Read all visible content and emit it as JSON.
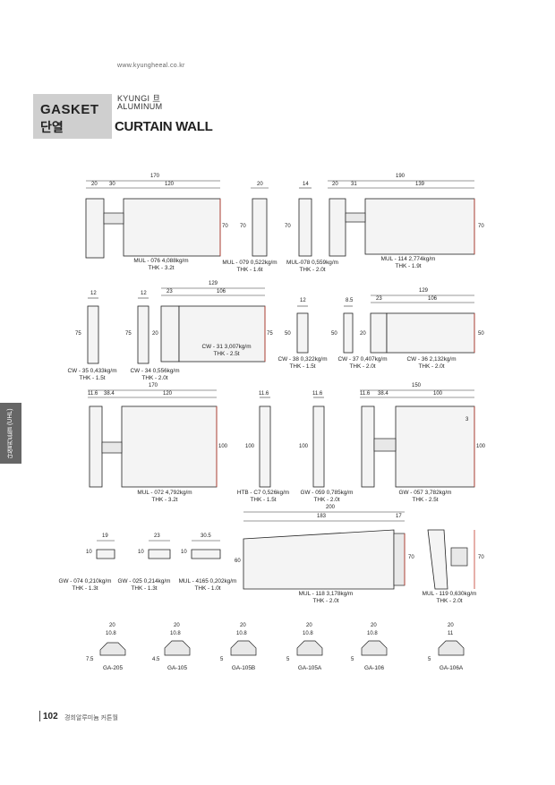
{
  "header": {
    "url": "www.kyungheeal.co.kr",
    "section_en": "GASKET",
    "section_ko": "단열",
    "brand_line1": "KYUNGI 旦",
    "brand_line2": "ALUMINUM",
    "page_title": "CURTAIN WALL"
  },
  "side_tab": {
    "label": "단열커튼월 (UHL)"
  },
  "footer": {
    "page_number": "102",
    "text": "경희알루미늄 커튼월"
  },
  "profiles": {
    "mul076": {
      "line1": "MUL - 076  4,088kg/m",
      "line2": "THK - 3.2t"
    },
    "mul079": {
      "line1": "MUL - 079  0,522kg/m",
      "line2": "THK - 1.6t"
    },
    "mul078": {
      "line1": "MUL-078  0,559kg/m",
      "line2": "THK - 2.0t"
    },
    "mul114": {
      "line1": "MUL - 114  2,774kg/m",
      "line2": "THK - 1.9t"
    },
    "cw35": {
      "line1": "CW - 35  0,433kg/m",
      "line2": "THK - 1.5t"
    },
    "cw34": {
      "line1": "CW - 34  0,556kg/m",
      "line2": "THK - 2.0t"
    },
    "cw31": {
      "line1": "CW - 31  3,007kg/m",
      "line2": "THK - 2.5t"
    },
    "cw38": {
      "line1": "CW - 38  0,322kg/m",
      "line2": "THK - 1.5t"
    },
    "cw37": {
      "line1": "CW - 37  0,407kg/m",
      "line2": "THK - 2.0t"
    },
    "cw36": {
      "line1": "CW - 36  2,132kg/m",
      "line2": "THK - 2.0t"
    },
    "mul072": {
      "line1": "MUL - 072  4,792kg/m",
      "line2": "THK - 3.2t"
    },
    "htbc7": {
      "line1": "HTB - C7  0,526kg/m",
      "line2": "THK - 1.5t"
    },
    "gw059": {
      "line1": "GW - 059  0,785kg/m",
      "line2": "THK - 2.0t"
    },
    "gw057": {
      "line1": "GW - 057  3,782kg/m",
      "line2": "THK - 2.5t"
    },
    "gw074": {
      "line1": "GW - 074  0,210kg/m",
      "line2": "THK - 1.3t"
    },
    "gw025": {
      "line1": "GW - 025  0,214kg/m",
      "line2": "THK - 1.3t"
    },
    "mul4165": {
      "line1": "MUL - 4165  0,202kg/m",
      "line2": "THK - 1.0t"
    },
    "mul118": {
      "line1": "MUL - 118  3,178kg/m",
      "line2": "THK - 2.0t"
    },
    "mul119": {
      "line1": "MUL - 119  0,630kg/m",
      "line2": "THK - 2.0t"
    }
  },
  "gaskets": {
    "g205": "GA-205",
    "g105": "GA-105",
    "g105b": "GA-105B",
    "g105a": "GA-105A",
    "g106": "GA-106",
    "g106a": "GA-106A"
  },
  "dims": {
    "d170a": "170",
    "d20a": "20",
    "d30a": "30",
    "d120a": "120",
    "d70a": "70",
    "d20b": "20",
    "d70b": "70",
    "d14": "14",
    "d70c": "70",
    "d190": "190",
    "d20c": "20",
    "d31": "31",
    "d139": "139",
    "d70d": "70",
    "d12a": "12",
    "d75a": "75",
    "d12b": "12",
    "d75b": "75",
    "d129a": "129",
    "d23a": "23",
    "d106a": "106",
    "d20d": "20",
    "d75c": "75",
    "d12c": "12",
    "d50a": "50",
    "d8_5": "8.5",
    "d50b": "50",
    "d20e": "20",
    "d129b": "129",
    "d23b": "23",
    "d106b": "106",
    "d50c": "50",
    "d170b": "170",
    "d11_6a": "11.6",
    "d38_4a": "38.4",
    "d120b": "120",
    "d100a": "100",
    "d11_6b": "11.6",
    "d100b": "100",
    "d11_6c": "11.6",
    "d100c": "100",
    "d150": "150",
    "d11_6d": "11.6",
    "d38_4b": "38.4",
    "d100d": "100",
    "d3": "3",
    "d100e": "100",
    "d19": "19",
    "d10a": "10",
    "d23c": "23",
    "d10b": "10",
    "d30_5": "30.5",
    "d10c": "10",
    "d200": "200",
    "d183": "183",
    "d17": "17",
    "d60": "60",
    "d70e": "70",
    "d70f": "70",
    "g20a": "20",
    "g10_8a": "10.8",
    "g7_5": "7.5",
    "g20b": "20",
    "g10_8b": "10.8",
    "g4_5": "4.5",
    "g20c": "20",
    "g10_8c": "10.8",
    "g5a": "5",
    "g20d": "20",
    "g10_8d": "10.8",
    "g5b": "5",
    "g20e": "20",
    "g10_8e": "10.8",
    "g5c": "5",
    "g20f": "20",
    "g11": "11",
    "g5d": "5"
  }
}
